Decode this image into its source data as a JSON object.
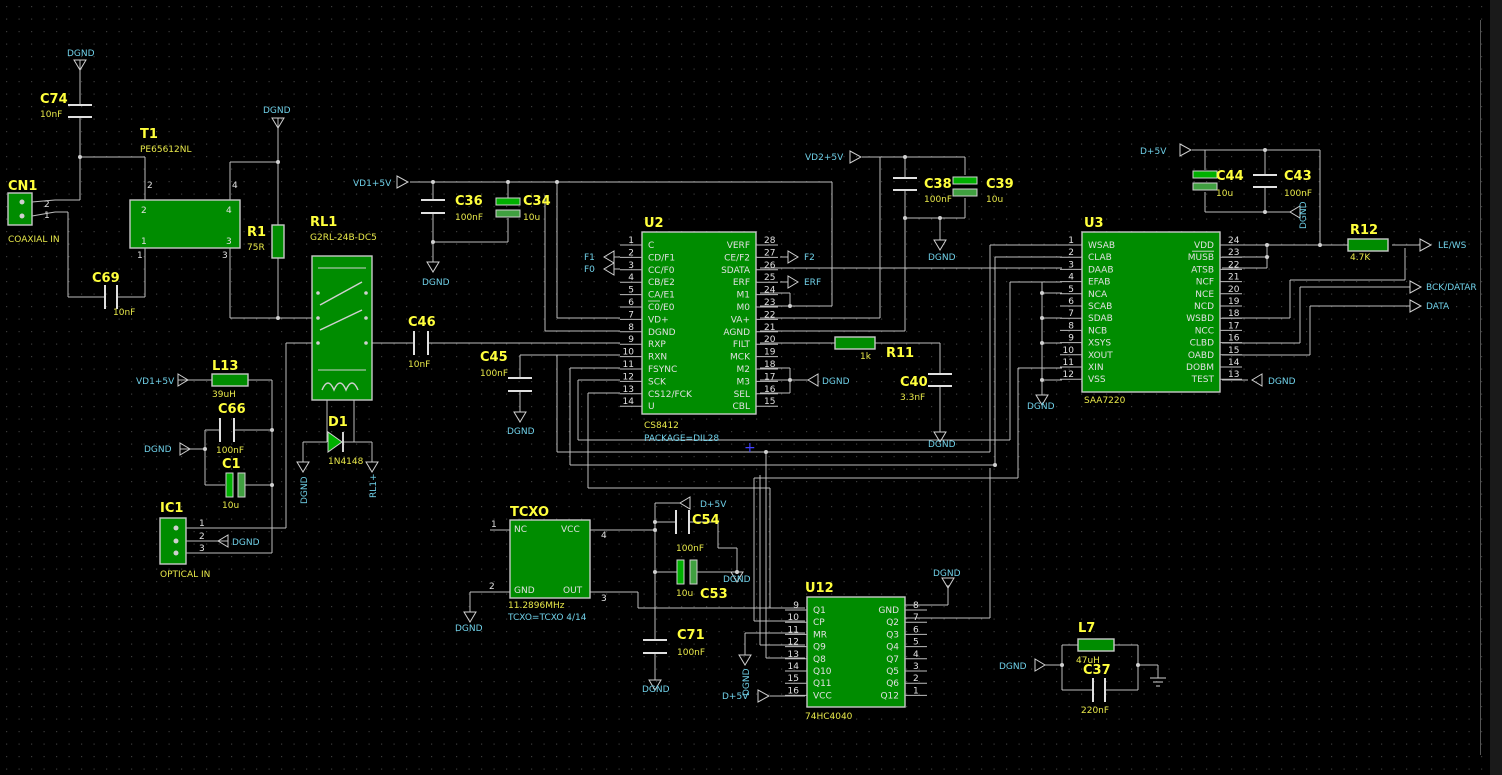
{
  "grid": {
    "color": "#3a3a3a",
    "background": "#000000"
  },
  "colors": {
    "part_fill": "#008c00",
    "designator": "#ffff3c",
    "value": "#e8e84a",
    "net_label": "#6fd0e8",
    "wire": "#bdbdbd"
  },
  "parts": {
    "CN1": {
      "ref": "CN1",
      "value": "COAXIAL IN"
    },
    "C74": {
      "ref": "C74",
      "value": "10nF"
    },
    "T1": {
      "ref": "T1",
      "value": "PE65612NL"
    },
    "R1": {
      "ref": "R1",
      "value": "75R"
    },
    "C69": {
      "ref": "C69",
      "value": "10nF"
    },
    "RL1": {
      "ref": "RL1",
      "value": "G2RL-24B-DC5"
    },
    "D1": {
      "ref": "D1",
      "value": "1N4148"
    },
    "C46": {
      "ref": "C46",
      "value": "10nF"
    },
    "L13": {
      "ref": "L13",
      "value": "39uH"
    },
    "C66": {
      "ref": "C66",
      "value": "100nF"
    },
    "C1": {
      "ref": "C1",
      "value": "10u"
    },
    "IC1": {
      "ref": "IC1",
      "value": "OPTICAL IN"
    },
    "C36": {
      "ref": "C36",
      "value": "100nF"
    },
    "C34": {
      "ref": "C34",
      "value": "10u"
    },
    "C45": {
      "ref": "C45",
      "value": "100nF"
    },
    "U2": {
      "ref": "U2",
      "value": "CS8412",
      "package": "PACKAGE=DIL28"
    },
    "C38": {
      "ref": "C38",
      "value": "100nF"
    },
    "C39": {
      "ref": "C39",
      "value": "10u"
    },
    "R11": {
      "ref": "R11",
      "value": "1k"
    },
    "C40": {
      "ref": "C40",
      "value": "3.3nF"
    },
    "TCXO": {
      "ref": "TCXO",
      "value": "11.2896MHz",
      "package": "TCXO=TCXO 4/14"
    },
    "C54": {
      "ref": "C54",
      "value": "100nF"
    },
    "C53": {
      "ref": "C53",
      "value": "10u"
    },
    "C71": {
      "ref": "C71",
      "value": "100nF"
    },
    "U12": {
      "ref": "U12",
      "value": "74HC4040"
    },
    "U3": {
      "ref": "U3",
      "value": "SAA7220"
    },
    "C44": {
      "ref": "C44",
      "value": "10u"
    },
    "C43": {
      "ref": "C43",
      "value": "100nF"
    },
    "R12": {
      "ref": "R12",
      "value": "4.7K"
    },
    "L7": {
      "ref": "L7",
      "value": "47uH"
    },
    "C37": {
      "ref": "C37",
      "value": "220nF"
    }
  },
  "nets": {
    "dgnd": "DGND",
    "vd1": "VD1+5V",
    "vd2": "VD2+5V",
    "dp5": "D+5V",
    "rl1p": "RL1+",
    "f1": "F1",
    "f0": "F0",
    "f2": "F2",
    "erf": "ERF",
    "lews": "LE/WS",
    "bck": "BCK/DATAR",
    "data": "DATA"
  },
  "pin_digits": {
    "n1": "1",
    "n2": "2",
    "n3": "3",
    "n4": "4",
    "n8": "8"
  },
  "u2": {
    "left": [
      {
        "num": "1",
        "name": "C"
      },
      {
        "num": "2",
        "name": "CD/F1"
      },
      {
        "num": "3",
        "name": "CC/F0"
      },
      {
        "num": "4",
        "name": "CB/E2"
      },
      {
        "num": "5",
        "name": "CA/E1"
      },
      {
        "num": "6",
        "name": "C0/E0"
      },
      {
        "num": "7",
        "name": "VD+"
      },
      {
        "num": "8",
        "name": "DGND"
      },
      {
        "num": "9",
        "name": "RXP"
      },
      {
        "num": "10",
        "name": "RXN"
      },
      {
        "num": "11",
        "name": "FSYNC"
      },
      {
        "num": "12",
        "name": "SCK"
      },
      {
        "num": "13",
        "name": "CS12/FCK"
      },
      {
        "num": "14",
        "name": "U"
      }
    ],
    "right": [
      {
        "num": "28",
        "name": "VERF"
      },
      {
        "num": "27",
        "name": "CE/F2"
      },
      {
        "num": "26",
        "name": "SDATA"
      },
      {
        "num": "25",
        "name": "ERF"
      },
      {
        "num": "24",
        "name": "M1"
      },
      {
        "num": "23",
        "name": "M0"
      },
      {
        "num": "22",
        "name": "VA+"
      },
      {
        "num": "21",
        "name": "AGND"
      },
      {
        "num": "20",
        "name": "FILT"
      },
      {
        "num": "19",
        "name": "MCK"
      },
      {
        "num": "18",
        "name": "M2"
      },
      {
        "num": "17",
        "name": "M3"
      },
      {
        "num": "16",
        "name": "SEL"
      },
      {
        "num": "15",
        "name": "CBL"
      }
    ]
  },
  "u3": {
    "left": [
      {
        "num": "1",
        "name": "WSAB"
      },
      {
        "num": "2",
        "name": "CLAB"
      },
      {
        "num": "3",
        "name": "DAAB"
      },
      {
        "num": "4",
        "name": "EFAB"
      },
      {
        "num": "5",
        "name": "NCA"
      },
      {
        "num": "6",
        "name": "SCAB"
      },
      {
        "num": "7",
        "name": "SDAB"
      },
      {
        "num": "8",
        "name": "NCB"
      },
      {
        "num": "9",
        "name": "XSYS"
      },
      {
        "num": "10",
        "name": "XOUT"
      },
      {
        "num": "11",
        "name": "XIN"
      },
      {
        "num": "12",
        "name": "VSS"
      }
    ],
    "right": [
      {
        "num": "24",
        "name": "VDD"
      },
      {
        "num": "23",
        "name": "MUSB"
      },
      {
        "num": "22",
        "name": "ATSB"
      },
      {
        "num": "21",
        "name": "NCF"
      },
      {
        "num": "20",
        "name": "NCE"
      },
      {
        "num": "19",
        "name": "NCD"
      },
      {
        "num": "18",
        "name": "WSBD"
      },
      {
        "num": "17",
        "name": "NCC"
      },
      {
        "num": "16",
        "name": "CLBD"
      },
      {
        "num": "15",
        "name": "OABD"
      },
      {
        "num": "14",
        "name": "DOBM"
      },
      {
        "num": "13",
        "name": "TEST"
      }
    ]
  },
  "u12": {
    "left": [
      {
        "num": "9",
        "name": "Q1"
      },
      {
        "num": "10",
        "name": "CP"
      },
      {
        "num": "11",
        "name": "MR"
      },
      {
        "num": "12",
        "name": "Q9"
      },
      {
        "num": "13",
        "name": "Q8"
      },
      {
        "num": "14",
        "name": "Q10"
      },
      {
        "num": "15",
        "name": "Q11"
      },
      {
        "num": "16",
        "name": "VCC"
      }
    ],
    "right": [
      {
        "num": "8",
        "name": "GND"
      },
      {
        "num": "7",
        "name": "Q2"
      },
      {
        "num": "6",
        "name": "Q3"
      },
      {
        "num": "5",
        "name": "Q4"
      },
      {
        "num": "4",
        "name": "Q7"
      },
      {
        "num": "3",
        "name": "Q5"
      },
      {
        "num": "2",
        "name": "Q6"
      },
      {
        "num": "1",
        "name": "Q12"
      }
    ]
  },
  "tcxo": {
    "pin1": "1",
    "pin2": "2",
    "pin3": "3",
    "pin4": "4",
    "nc": "NC",
    "vcc": "VCC",
    "gnd": "GND",
    "out": "OUT"
  }
}
